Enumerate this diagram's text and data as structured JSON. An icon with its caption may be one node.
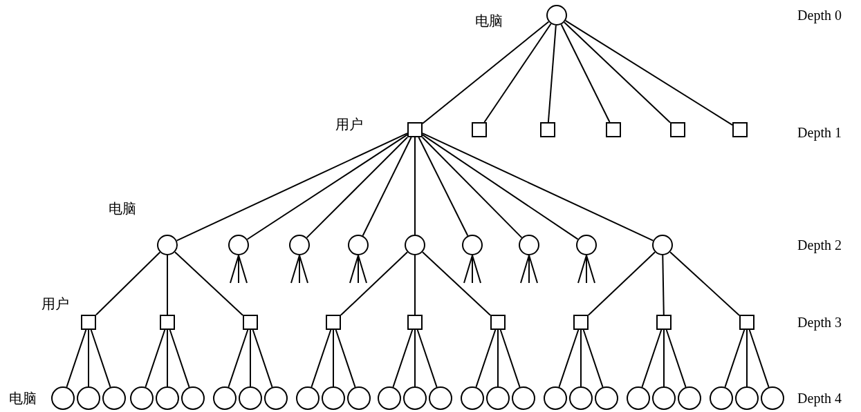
{
  "diagram": {
    "nodes": [
      {
        "text": [],
        "shape": "circle",
        "beside": [
          "电脑"
        ]
      },
      {
        "text": [],
        "shape": "box",
        "beside": [
          "用户"
        ]
      },
      {
        "text": [],
        "shape": "box"
      },
      {
        "text": [],
        "shape": "box"
      },
      {
        "text": [],
        "shape": "box"
      },
      {
        "text": [],
        "shape": "box"
      },
      {
        "text": [],
        "shape": "box"
      },
      {
        "text": [],
        "shape": "circle",
        "beside": [
          "电脑"
        ]
      },
      {
        "text": [],
        "shape": "circle"
      },
      {
        "text": [],
        "shape": "circle"
      },
      {
        "text": [],
        "shape": "circle"
      },
      {
        "text": [],
        "shape": "circle"
      },
      {
        "text": [],
        "shape": "circle"
      },
      {
        "text": [],
        "shape": "circle"
      },
      {
        "text": [],
        "shape": "circle"
      },
      {
        "text": [],
        "shape": "circle"
      },
      {
        "text": [],
        "shape": "box",
        "beside": [
          "用户"
        ]
      },
      {
        "text": [],
        "shape": "box"
      },
      {
        "text": [],
        "shape": "box"
      },
      {
        "text": [],
        "shape": "box"
      },
      {
        "text": [],
        "shape": "box"
      },
      {
        "text": [],
        "shape": "box"
      },
      {
        "text": [],
        "shape": "box"
      },
      {
        "text": [],
        "shape": "box"
      },
      {
        "text": [],
        "shape": "box"
      },
      {
        "text": [],
        "shape": "circle",
        "beside": [
          "电脑"
        ]
      },
      {
        "text": [],
        "shape": "circle"
      },
      {
        "text": [],
        "shape": "circle"
      },
      {
        "text": [],
        "shape": "circle"
      },
      {
        "text": [],
        "shape": "circle"
      },
      {
        "text": [],
        "shape": "circle"
      },
      {
        "text": [],
        "shape": "circle"
      },
      {
        "text": [],
        "shape": "circle"
      },
      {
        "text": [],
        "shape": "circle"
      },
      {
        "text": [],
        "shape": "circle"
      },
      {
        "text": [],
        "shape": "circle"
      },
      {
        "text": [],
        "shape": "circle"
      },
      {
        "text": [],
        "shape": "circle"
      },
      {
        "text": [],
        "shape": "circle"
      },
      {
        "text": [],
        "shape": "circle"
      },
      {
        "text": [],
        "shape": "circle"
      },
      {
        "text": [],
        "shape": "circle"
      },
      {
        "text": [],
        "shape": "circle"
      },
      {
        "text": [],
        "shape": "circle"
      },
      {
        "text": [],
        "shape": "circle"
      },
      {
        "text": [],
        "shape": "circle"
      },
      {
        "text": [],
        "shape": "circle"
      },
      {
        "text": [],
        "shape": "circle"
      },
      {
        "text": [],
        "shape": "circle"
      },
      {
        "text": [],
        "shape": "circle"
      },
      {
        "text": [],
        "shape": "circle"
      },
      {
        "text": [],
        "shape": "circle"
      }
    ],
    "edges": [
      {
        "from": 0,
        "to": 1,
        "arrow": "none"
      },
      {
        "from": 0,
        "to": 2,
        "arrow": "none"
      },
      {
        "from": 0,
        "to": 3,
        "arrow": "none"
      },
      {
        "from": 0,
        "to": 4,
        "arrow": "none"
      },
      {
        "from": 0,
        "to": 5,
        "arrow": "none"
      },
      {
        "from": 0,
        "to": 6,
        "arrow": "none"
      },
      {
        "from": 1,
        "to": 7,
        "arrow": "none"
      },
      {
        "from": 1,
        "to": 8,
        "arrow": "none"
      },
      {
        "from": 1,
        "to": 9,
        "arrow": "none"
      },
      {
        "from": 1,
        "to": 10,
        "arrow": "none"
      },
      {
        "from": 1,
        "to": 11,
        "arrow": "none"
      },
      {
        "from": 1,
        "to": 12,
        "arrow": "none"
      },
      {
        "from": 1,
        "to": 13,
        "arrow": "none"
      },
      {
        "from": 1,
        "to": 14,
        "arrow": "none"
      },
      {
        "from": 1,
        "to": 15,
        "arrow": "none"
      },
      {
        "from": 7,
        "to": 16,
        "arrow": "none"
      },
      {
        "from": 7,
        "to": 17,
        "arrow": "none"
      },
      {
        "from": 7,
        "to": 18,
        "arrow": "none"
      },
      {
        "from": 8,
        "to": null,
        "arrow": "none"
      },
      {
        "from": 8,
        "to": null,
        "arrow": "none"
      },
      {
        "from": 8,
        "to": null,
        "arrow": "none"
      },
      {
        "from": 9,
        "to": null,
        "arrow": "none"
      },
      {
        "from": 9,
        "to": null,
        "arrow": "none"
      },
      {
        "from": 9,
        "to": null,
        "arrow": "none"
      },
      {
        "from": 10,
        "to": null,
        "arrow": "none"
      },
      {
        "from": 10,
        "to": null,
        "arrow": "none"
      },
      {
        "from": 10,
        "to": null,
        "arrow": "none"
      },
      {
        "from": 11,
        "to": 19,
        "arrow": "none"
      },
      {
        "from": 11,
        "to": 20,
        "arrow": "none"
      },
      {
        "from": 11,
        "to": 21,
        "arrow": "none"
      },
      {
        "from": 12,
        "to": null,
        "arrow": "none"
      },
      {
        "from": 12,
        "to": null,
        "arrow": "none"
      },
      {
        "from": 12,
        "to": null,
        "arrow": "none"
      },
      {
        "from": 13,
        "to": null,
        "arrow": "none"
      },
      {
        "from": 13,
        "to": null,
        "arrow": "none"
      },
      {
        "from": 13,
        "to": null,
        "arrow": "none"
      },
      {
        "from": 14,
        "to": null,
        "arrow": "none"
      },
      {
        "from": 14,
        "to": null,
        "arrow": "none"
      },
      {
        "from": 14,
        "to": null,
        "arrow": "none"
      },
      {
        "from": 15,
        "to": 22,
        "arrow": "none"
      },
      {
        "from": 15,
        "to": 23,
        "arrow": "none"
      },
      {
        "from": 15,
        "to": 24,
        "arrow": "none"
      },
      {
        "from": 16,
        "to": 25,
        "arrow": "none"
      },
      {
        "from": 16,
        "to": 26,
        "arrow": "none"
      },
      {
        "from": 16,
        "to": 27,
        "arrow": "none"
      },
      {
        "from": 17,
        "to": 28,
        "arrow": "none"
      },
      {
        "from": 17,
        "to": 29,
        "arrow": "none"
      },
      {
        "from": 17,
        "to": 30,
        "arrow": "none"
      },
      {
        "from": 18,
        "to": 31,
        "arrow": "none"
      },
      {
        "from": 18,
        "to": 32,
        "arrow": "none"
      },
      {
        "from": 18,
        "to": 33,
        "arrow": "none"
      },
      {
        "from": 19,
        "to": 34,
        "arrow": "none"
      },
      {
        "from": 19,
        "to": 35,
        "arrow": "none"
      },
      {
        "from": 19,
        "to": 36,
        "arrow": "none"
      },
      {
        "from": 20,
        "to": 37,
        "arrow": "none"
      },
      {
        "from": 20,
        "to": 38,
        "arrow": "none"
      },
      {
        "from": 20,
        "to": 39,
        "arrow": "none"
      },
      {
        "from": 21,
        "to": 40,
        "arrow": "none"
      },
      {
        "from": 21,
        "to": 41,
        "arrow": "none"
      },
      {
        "from": 21,
        "to": 42,
        "arrow": "none"
      },
      {
        "from": 22,
        "to": 43,
        "arrow": "none"
      },
      {
        "from": 22,
        "to": 44,
        "arrow": "none"
      },
      {
        "from": 22,
        "to": 45,
        "arrow": "none"
      },
      {
        "from": 23,
        "to": 46,
        "arrow": "none"
      },
      {
        "from": 23,
        "to": 47,
        "arrow": "none"
      },
      {
        "from": 23,
        "to": 48,
        "arrow": "none"
      },
      {
        "from": 24,
        "to": 49,
        "arrow": "none"
      },
      {
        "from": 24,
        "to": 50,
        "arrow": "none"
      },
      {
        "from": 24,
        "to": 51,
        "arrow": "none"
      }
    ],
    "labels": [
      "Depth 0",
      "Depth 1",
      "Depth 2",
      "Depth 3",
      "Depth 4"
    ]
  }
}
